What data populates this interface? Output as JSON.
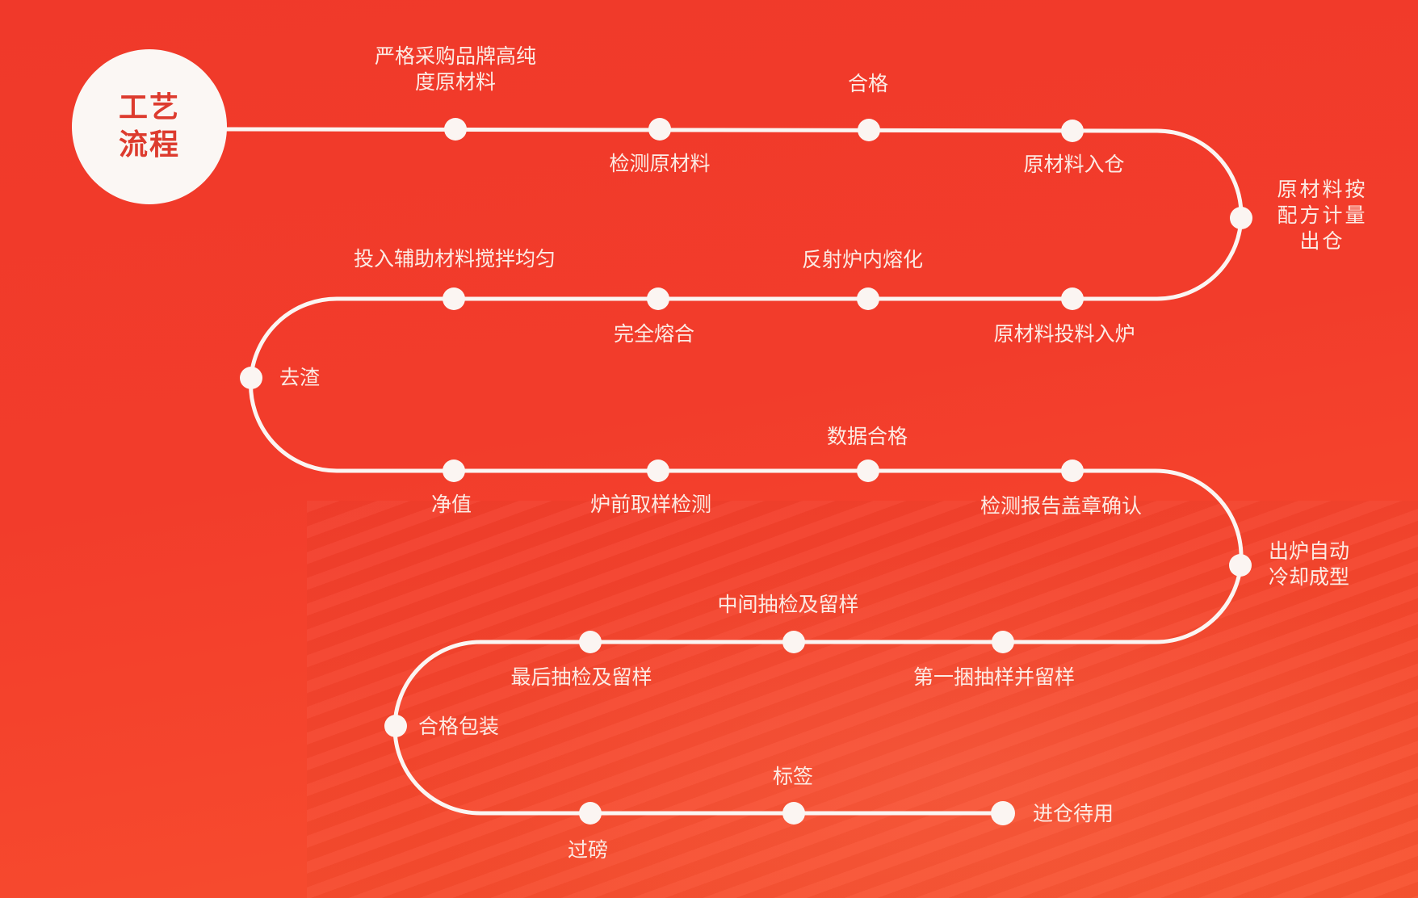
{
  "title": {
    "line1": "工艺",
    "line2": "流程"
  },
  "colors": {
    "background": "#f23c2b",
    "track": "#fbf5f2",
    "title_text": "#dd3b2e",
    "label_text": "#fcebe4"
  },
  "steps": [
    {
      "label_line1": "严格采购品牌高纯",
      "label_line2": "度原材料"
    },
    {
      "label": "检测原材料"
    },
    {
      "label": "合格"
    },
    {
      "label": "原材料入仓"
    },
    {
      "label_line1": "原材料按",
      "label_line2": "配方计量",
      "label_line3": "出仓"
    },
    {
      "label": "原材料投料入炉"
    },
    {
      "label": "反射炉内熔化"
    },
    {
      "label": "完全熔合"
    },
    {
      "label": "投入辅助材料搅拌均匀"
    },
    {
      "label": "去渣"
    },
    {
      "label": "净值"
    },
    {
      "label": "炉前取样检测"
    },
    {
      "label": "数据合格"
    },
    {
      "label": "检测报告盖章确认"
    },
    {
      "label_line1": "出炉自动",
      "label_line2": "冷却成型"
    },
    {
      "label": "第一捆抽样并留样"
    },
    {
      "label": "中间抽检及留样"
    },
    {
      "label": "最后抽检及留样"
    },
    {
      "label": "合格包装"
    },
    {
      "label": "过磅"
    },
    {
      "label": "标签"
    },
    {
      "label": "进仓待用"
    }
  ]
}
